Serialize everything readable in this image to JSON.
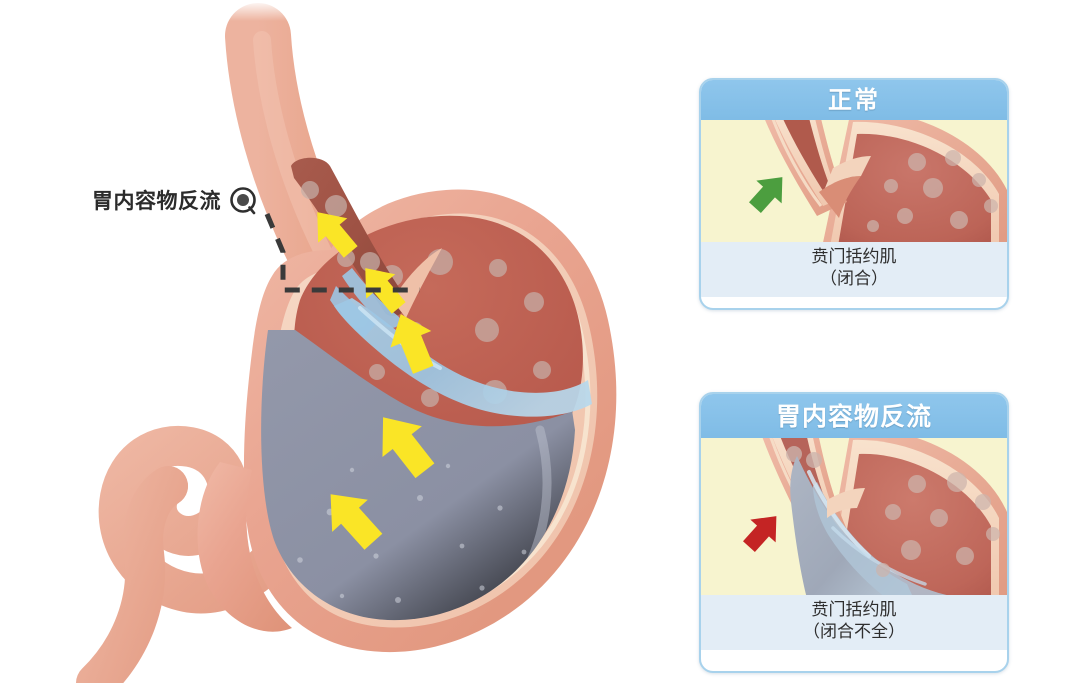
{
  "figure": {
    "kind": "medical-illustration",
    "subject": "gastroesophageal-reflux",
    "background_color": "#ffffff"
  },
  "callout": {
    "label": "胃内容物反流",
    "marker_icon": "target-dot-icon",
    "leader_line_style": "dashed",
    "leader_color": "#3a3a3a"
  },
  "main_diagram": {
    "name": "stomach-cross-section",
    "parts": {
      "esophagus": "esophagus",
      "esophagus_lumen": "esophageal-lumen",
      "cardia": "cardiac-sphincter",
      "fundus": "gastric-fundus",
      "body": "gastric-body",
      "pylorus": "pylorus",
      "duodenum": "duodenum"
    },
    "reflux_arrows": 5,
    "arrow_color": "#FAE526",
    "wall_color": "#E8A48F",
    "mucosa_color": "#F2C7B4",
    "gas_color": "#B05A4C",
    "contents_color": "#8E93A6",
    "liquid_color": "#9EC8E3"
  },
  "panels": [
    {
      "id": "normal",
      "title": "正常",
      "caption_line1": "贲门括约肌",
      "caption_line2": "（闭合）",
      "arrow_icon": "green-arrow-up-right-icon",
      "arrow_color": "#4C9E3F",
      "sphincter_state": "closed",
      "header_color": "#85C2E8",
      "figure_bg": "#F7F4CF",
      "caption_bg": "#E3EDF6"
    },
    {
      "id": "reflux",
      "title": "胃内容物反流",
      "caption_line1": "贲门括约肌",
      "caption_line2": "（闭合不全）",
      "arrow_icon": "red-arrow-up-right-icon",
      "arrow_color": "#C42424",
      "sphincter_state": "incompetent",
      "header_color": "#85C2E8",
      "figure_bg": "#F7F4CF",
      "caption_bg": "#E3EDF6"
    }
  ]
}
